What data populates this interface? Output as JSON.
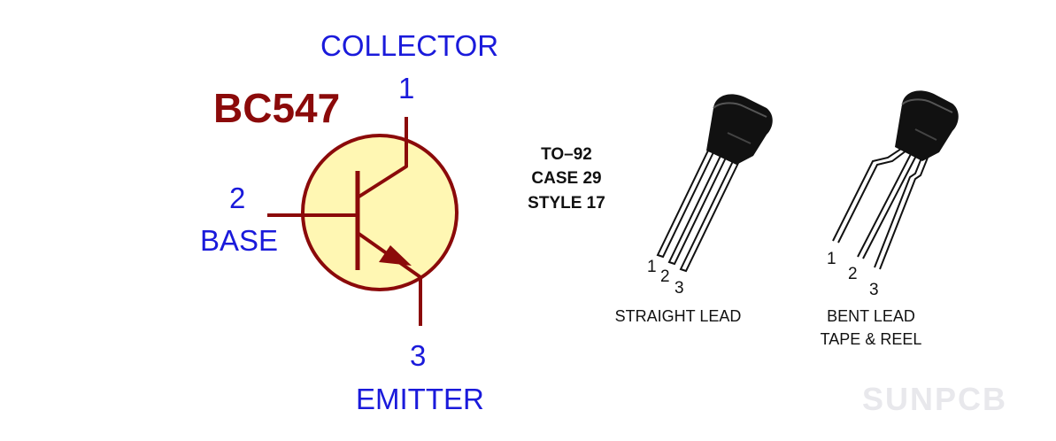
{
  "part_number": "BC547",
  "pins": {
    "collector": {
      "number": "1",
      "name": "COLLECTOR"
    },
    "base": {
      "number": "2",
      "name": "BASE"
    },
    "emitter": {
      "number": "3",
      "name": "EMITTER"
    }
  },
  "package": {
    "line1": "TO–92",
    "line2": "CASE 29",
    "line3": "STYLE 17"
  },
  "straight_lead": {
    "caption": "STRAIGHT LEAD",
    "lead_numbers": [
      "1",
      "2",
      "3"
    ]
  },
  "bent_lead": {
    "caption_line1": "BENT LEAD",
    "caption_line2": "TAPE & REEL",
    "lead_numbers": [
      "1",
      "2",
      "3"
    ]
  },
  "watermark": "SUNPCB",
  "colors": {
    "part_number": "#8b0a0a",
    "pin_labels": "#1a1adb",
    "symbol_lines": "#8b0a0a",
    "symbol_fill": "#fff7b3",
    "package_text": "#111111",
    "watermark": "#e8e8ec"
  }
}
